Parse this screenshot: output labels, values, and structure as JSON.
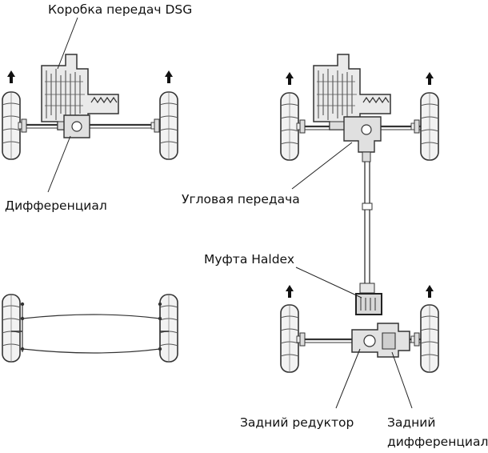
{
  "labels": {
    "gearbox": "Коробка передач DSG",
    "differential": "Дифференциал",
    "angle_drive": "Угловая передача",
    "haldex": "Муфта Haldex",
    "rear_final_drive": "Задний редуктор",
    "rear_diff_line1": "Задний",
    "rear_diff_line2": "дифференциал"
  },
  "colors": {
    "line": "#333333",
    "wheel_fill": "#f2f2f2",
    "part_fill": "#e6e6e6"
  },
  "icons": {
    "direction_arrow": "up-arrow-icon"
  }
}
